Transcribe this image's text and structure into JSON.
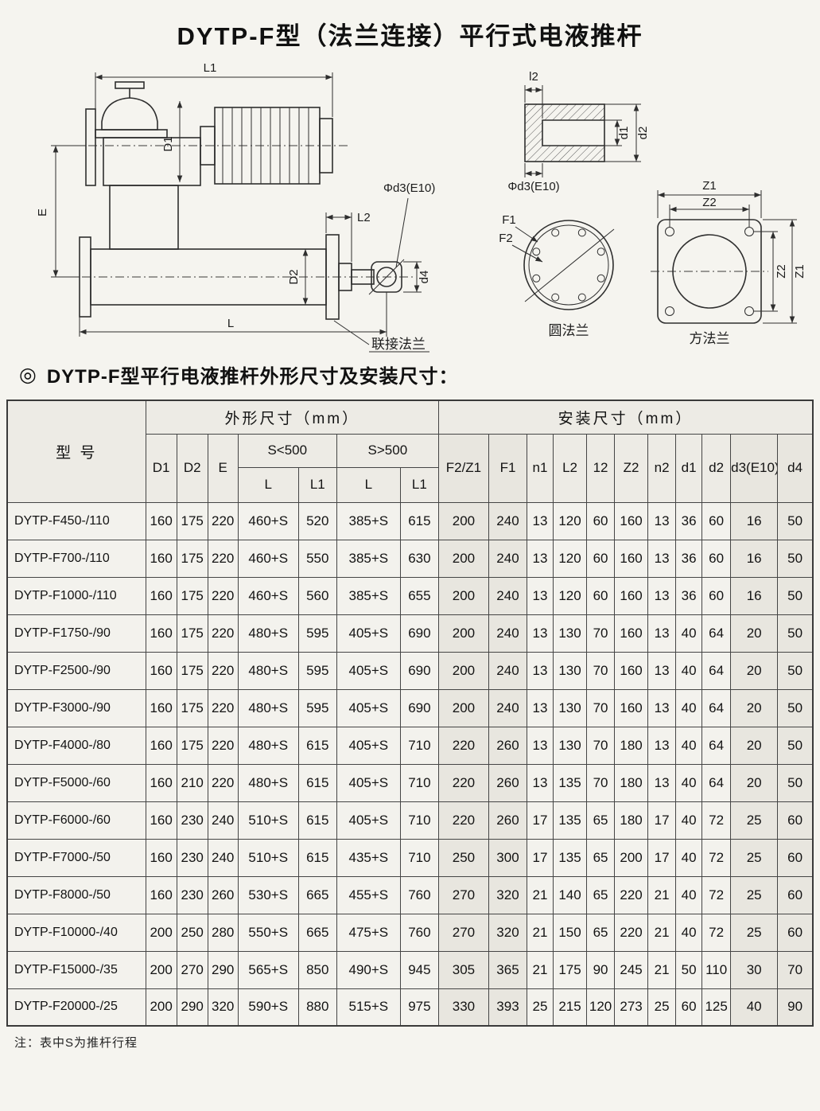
{
  "page": {
    "title": "DYTP-F型（法兰连接）平行式电液推杆",
    "section_bullet": "◎",
    "section_heading": "DYTP-F型平行电液推杆外形尺寸及安装尺寸：",
    "footnote_label": "注：",
    "footnote_text": "表中S为推杆行程"
  },
  "diagram": {
    "labels": {
      "L1": "L1",
      "D1": "D1",
      "E": "E",
      "phi_d3_main": "Φd3(E10)",
      "L2": "L2",
      "D2": "D2",
      "d4": "d4",
      "L": "L",
      "connect_flange": "联接法兰",
      "l2": "l2",
      "d1": "d1",
      "d2": "d2",
      "phi_d3_section": "Φd3(E10)",
      "F1": "F1",
      "F2": "F2",
      "round_flange_caption": "圆法兰",
      "Z1_top": "Z1",
      "Z2_top": "Z2",
      "Z2_side": "Z2",
      "Z1_side": "Z1",
      "square_flange_caption": "方法兰"
    }
  },
  "table": {
    "model_header": "型 号",
    "outline_group": "外形尺寸（mm）",
    "install_group": "安装尺寸（mm）",
    "s_small": "S<500",
    "s_large": "S>500",
    "sub_cols": [
      "D1",
      "D2",
      "E"
    ],
    "sl_cols": [
      "L",
      "L1"
    ],
    "install_cols": [
      "F2/Z1",
      "F1",
      "n1",
      "L2",
      "12",
      "Z2",
      "n2",
      "d1",
      "d2",
      "d3(E10)",
      "d4"
    ],
    "rows": [
      {
        "model": "DYTP-F450-/110",
        "values": [
          "160",
          "175",
          "220",
          "460+S",
          "520",
          "385+S",
          "615",
          "200",
          "240",
          "13",
          "120",
          "60",
          "160",
          "13",
          "36",
          "60",
          "16",
          "50"
        ]
      },
      {
        "model": "DYTP-F700-/110",
        "values": [
          "160",
          "175",
          "220",
          "460+S",
          "550",
          "385+S",
          "630",
          "200",
          "240",
          "13",
          "120",
          "60",
          "160",
          "13",
          "36",
          "60",
          "16",
          "50"
        ]
      },
      {
        "model": "DYTP-F1000-/110",
        "values": [
          "160",
          "175",
          "220",
          "460+S",
          "560",
          "385+S",
          "655",
          "200",
          "240",
          "13",
          "120",
          "60",
          "160",
          "13",
          "36",
          "60",
          "16",
          "50"
        ]
      },
      {
        "model": "DYTP-F1750-/90",
        "values": [
          "160",
          "175",
          "220",
          "480+S",
          "595",
          "405+S",
          "690",
          "200",
          "240",
          "13",
          "130",
          "70",
          "160",
          "13",
          "40",
          "64",
          "20",
          "50"
        ]
      },
      {
        "model": "DYTP-F2500-/90",
        "values": [
          "160",
          "175",
          "220",
          "480+S",
          "595",
          "405+S",
          "690",
          "200",
          "240",
          "13",
          "130",
          "70",
          "160",
          "13",
          "40",
          "64",
          "20",
          "50"
        ]
      },
      {
        "model": "DYTP-F3000-/90",
        "values": [
          "160",
          "175",
          "220",
          "480+S",
          "595",
          "405+S",
          "690",
          "200",
          "240",
          "13",
          "130",
          "70",
          "160",
          "13",
          "40",
          "64",
          "20",
          "50"
        ]
      },
      {
        "model": "DYTP-F4000-/80",
        "values": [
          "160",
          "175",
          "220",
          "480+S",
          "615",
          "405+S",
          "710",
          "220",
          "260",
          "13",
          "130",
          "70",
          "180",
          "13",
          "40",
          "64",
          "20",
          "50"
        ]
      },
      {
        "model": "DYTP-F5000-/60",
        "values": [
          "160",
          "210",
          "220",
          "480+S",
          "615",
          "405+S",
          "710",
          "220",
          "260",
          "13",
          "135",
          "70",
          "180",
          "13",
          "40",
          "64",
          "20",
          "50"
        ]
      },
      {
        "model": "DYTP-F6000-/60",
        "values": [
          "160",
          "230",
          "240",
          "510+S",
          "615",
          "405+S",
          "710",
          "220",
          "260",
          "17",
          "135",
          "65",
          "180",
          "17",
          "40",
          "72",
          "25",
          "60"
        ]
      },
      {
        "model": "DYTP-F7000-/50",
        "values": [
          "160",
          "230",
          "240",
          "510+S",
          "615",
          "435+S",
          "710",
          "250",
          "300",
          "17",
          "135",
          "65",
          "200",
          "17",
          "40",
          "72",
          "25",
          "60"
        ]
      },
      {
        "model": "DYTP-F8000-/50",
        "values": [
          "160",
          "230",
          "260",
          "530+S",
          "665",
          "455+S",
          "760",
          "270",
          "320",
          "21",
          "140",
          "65",
          "220",
          "21",
          "40",
          "72",
          "25",
          "60"
        ]
      },
      {
        "model": "DYTP-F10000-/40",
        "values": [
          "200",
          "250",
          "280",
          "550+S",
          "665",
          "475+S",
          "760",
          "270",
          "320",
          "21",
          "150",
          "65",
          "220",
          "21",
          "40",
          "72",
          "25",
          "60"
        ]
      },
      {
        "model": "DYTP-F15000-/35",
        "values": [
          "200",
          "270",
          "290",
          "565+S",
          "850",
          "490+S",
          "945",
          "305",
          "365",
          "21",
          "175",
          "90",
          "245",
          "21",
          "50",
          "110",
          "30",
          "70"
        ]
      },
      {
        "model": "DYTP-F20000-/25",
        "values": [
          "200",
          "290",
          "320",
          "590+S",
          "880",
          "515+S",
          "975",
          "330",
          "393",
          "25",
          "215",
          "120",
          "273",
          "25",
          "60",
          "125",
          "40",
          "90"
        ]
      }
    ]
  }
}
